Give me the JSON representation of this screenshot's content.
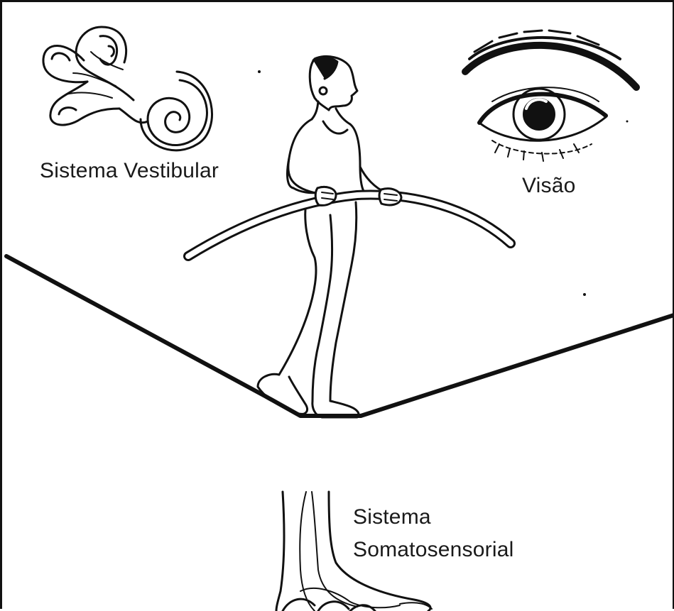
{
  "labels": {
    "vestibular": "Sistema Vestibular",
    "vision": "Visão",
    "somatosensory_line1": "Sistema",
    "somatosensory_line2": "Somatosensorial"
  },
  "colors": {
    "ink": "#111111",
    "background": "#ffffff"
  }
}
